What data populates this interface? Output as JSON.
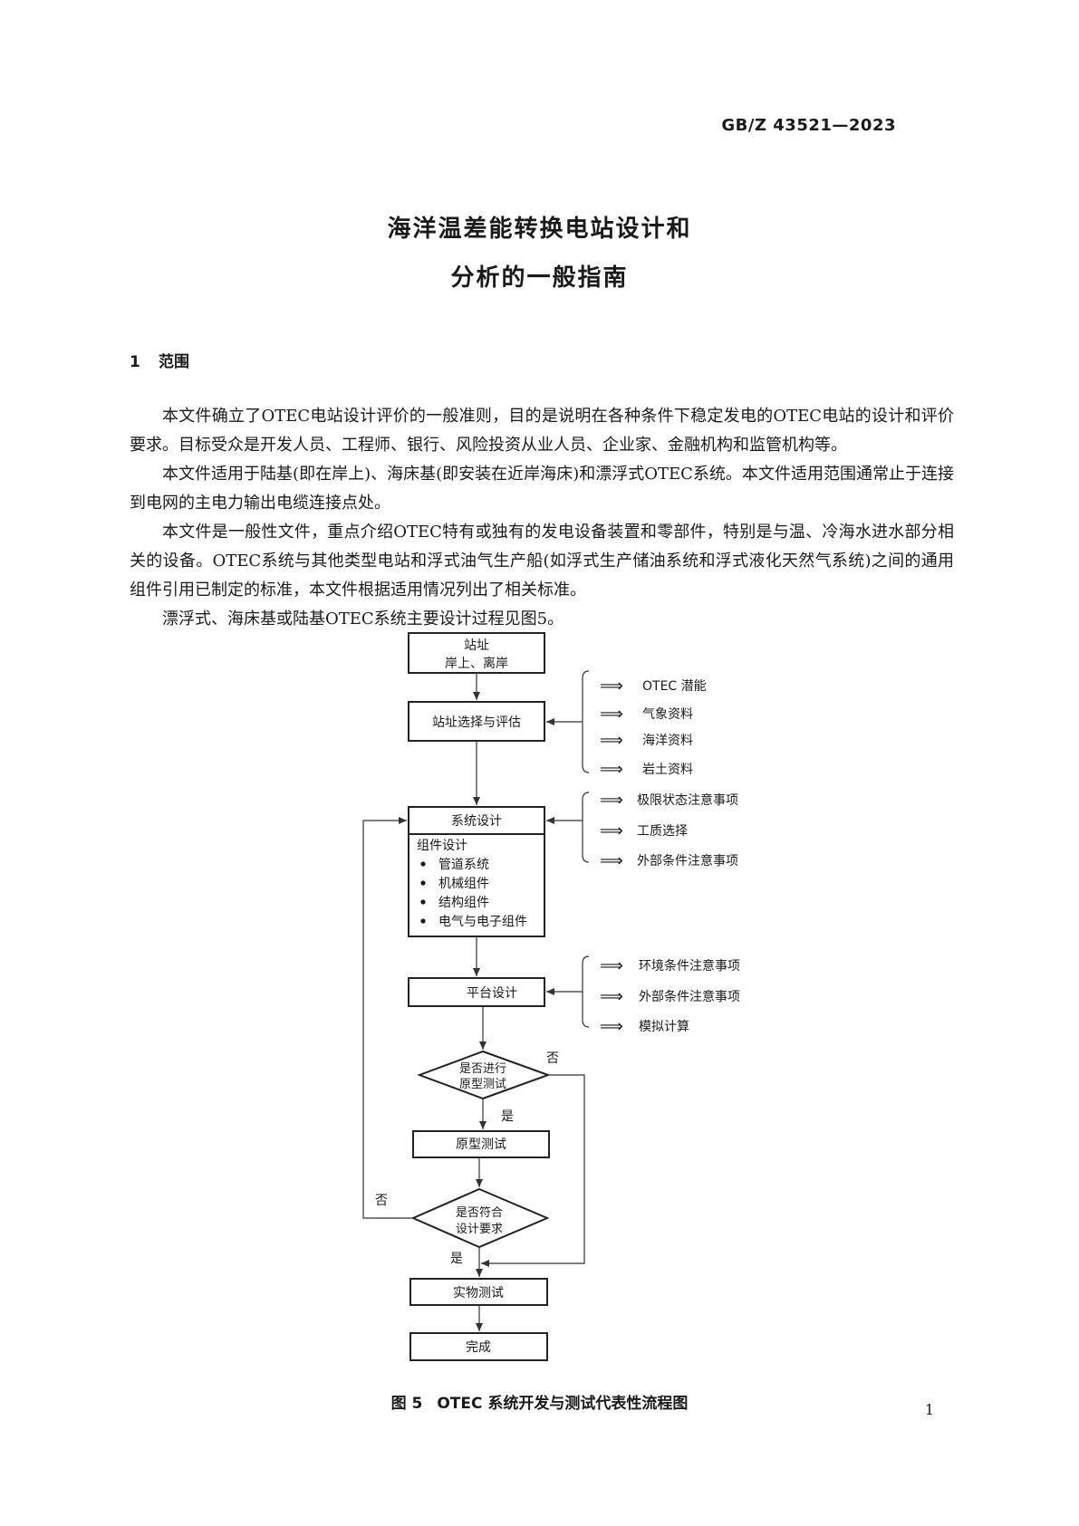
{
  "header": {
    "standard_number": "GB/Z 43521—2023"
  },
  "title": {
    "line1": "海洋温差能转换电站设计和",
    "line2": "分析的一般指南"
  },
  "section": {
    "number": "1",
    "heading": "范围"
  },
  "paragraphs": [
    "本文件确立了OTEC电站设计评价的一般准则，目的是说明在各种条件下稳定发电的OTEC电站的设计和评价要求。目标受众是开发人员、工程师、银行、风险投资从业人员、企业家、金融机构和监管机构等。",
    "本文件适用于陆基(即在岸上)、海床基(即安装在近岸海床)和漂浮式OTEC系统。本文件适用范围通常止于连接到电网的主电力输出电缆连接点处。",
    "本文件是一般性文件，重点介绍OTEC特有或独有的发电设备装置和零部件，特别是与温、冷海水进水部分相关的设备。OTEC系统与其他类型电站和浮式油气生产船(如浮式生产储油系统和浮式液化天然气系统)之间的通用组件引用已制定的标准，本文件根据适用情况列出了相关标准。",
    "漂浮式、海床基或陆基OTEC系统主要设计过程见图5。"
  ],
  "flowchart": {
    "site_line1": "站址",
    "site_line2": "岸上、离岸",
    "site_selection": "站址选择与评估",
    "site_inputs": [
      "OTEC 潜能",
      "气象资料",
      "海洋资料",
      "岩土资料"
    ],
    "system_design": "系统设计",
    "component_design_title": "组件设计",
    "component_items": [
      "管道系统",
      "机械组件",
      "结构组件",
      "电气与电子组件"
    ],
    "system_inputs": [
      "极限状态注意事项",
      "工质选择",
      "外部条件注意事项"
    ],
    "platform_design": "平台设计",
    "platform_inputs": [
      "环境条件注意事项",
      "外部条件注意事项",
      "模拟计算"
    ],
    "decision1_line1": "是否进行",
    "decision1_line2": "原型测试",
    "prototype_test": "原型测试",
    "decision2_line1": "是否符合",
    "decision2_line2": "设计要求",
    "yes_label": "是",
    "no_label": "否",
    "physical_test": "实物测试",
    "complete": "完成",
    "input_arrow_glyph": "⟹"
  },
  "caption": {
    "figure_number": "图 5",
    "figure_title": "OTEC 系统开发与测试代表性流程图"
  },
  "page_number": "1"
}
